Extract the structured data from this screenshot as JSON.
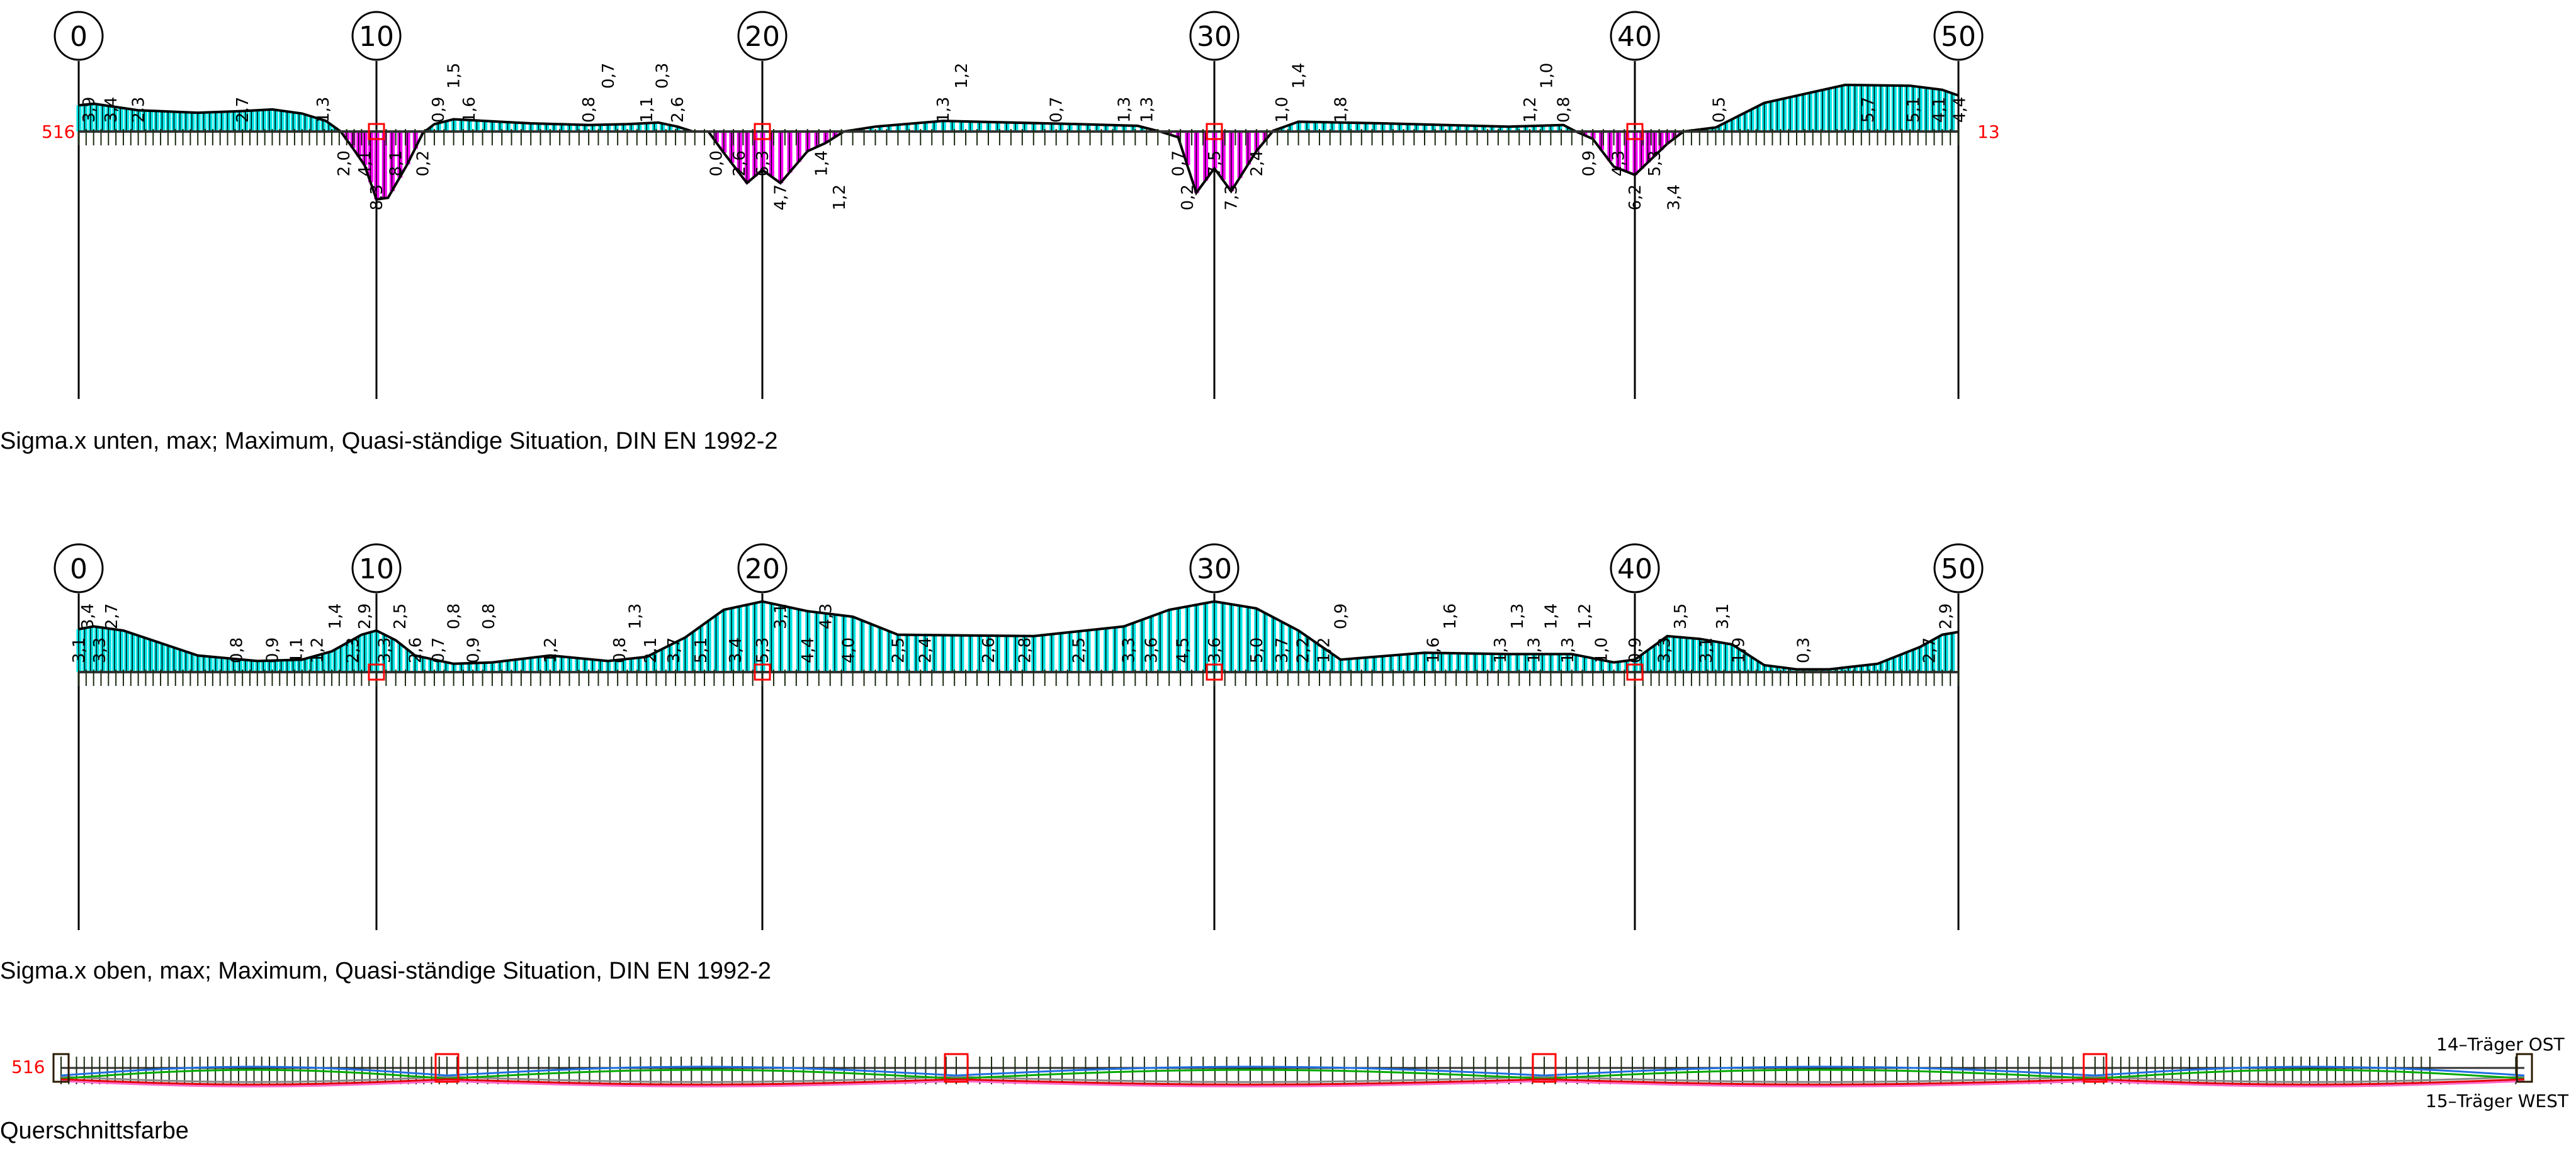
{
  "colors": {
    "positive": "#00e5e5",
    "negative": "#ff00ff",
    "marker": "#ff0000",
    "tick": "#1a2a10",
    "outline": "#000000"
  },
  "axis_labels": [
    "0",
    "10",
    "20",
    "30",
    "40",
    "50"
  ],
  "panels": [
    {
      "caption": "Sigma.x unten, max; Maximum, Quasi-ständige Situation, DIN EN 1992-2",
      "side_label": "516",
      "end_label": "13",
      "profile": [
        [
          0,
          3.2
        ],
        [
          0.5,
          3.4
        ],
        [
          2,
          2.6
        ],
        [
          4,
          2.3
        ],
        [
          5.5,
          2.5
        ],
        [
          6.5,
          2.7
        ],
        [
          7.5,
          2.2
        ],
        [
          8.3,
          1.3
        ],
        [
          8.8,
          0
        ],
        [
          9.2,
          -2.0
        ],
        [
          9.6,
          -4.1
        ],
        [
          10,
          -8.3
        ],
        [
          10.3,
          -8.1
        ],
        [
          10.8,
          -4.0
        ],
        [
          11.2,
          -0.2
        ],
        [
          11.5,
          0.9
        ],
        [
          12,
          1.5
        ],
        [
          14,
          1.0
        ],
        [
          15.5,
          0.8
        ],
        [
          16.5,
          0.9
        ],
        [
          17.3,
          1.1
        ],
        [
          17.8,
          0.6
        ],
        [
          18.2,
          0
        ],
        [
          18.6,
          0
        ],
        [
          19,
          -2.6
        ],
        [
          19.6,
          -6.3
        ],
        [
          20,
          -4.7
        ],
        [
          20.4,
          -6.3
        ],
        [
          21,
          -2.4
        ],
        [
          21.4,
          -1.4
        ],
        [
          21.8,
          0
        ],
        [
          22.5,
          0.6
        ],
        [
          24,
          1.3
        ],
        [
          27,
          0.9
        ],
        [
          28.3,
          0.7
        ],
        [
          28.8,
          0
        ],
        [
          29.2,
          -0.7
        ],
        [
          29.6,
          -7.5
        ],
        [
          30,
          -4.5
        ],
        [
          30.4,
          -7.3
        ],
        [
          31,
          -2.4
        ],
        [
          31.4,
          0.1
        ],
        [
          32,
          1.2
        ],
        [
          34,
          1.0
        ],
        [
          37,
          0.6
        ],
        [
          38.3,
          0.8
        ],
        [
          38.6,
          0
        ],
        [
          39,
          -0.9
        ],
        [
          39.5,
          -4.3
        ],
        [
          40,
          -5.3
        ],
        [
          40.5,
          -3.4
        ],
        [
          41,
          -1.5
        ],
        [
          41.5,
          0
        ],
        [
          42.5,
          0.5
        ],
        [
          44,
          3.5
        ],
        [
          46.5,
          5.7
        ],
        [
          48.5,
          5.6
        ],
        [
          49.5,
          5.1
        ],
        [
          50,
          4.4
        ]
      ],
      "value_labels": [
        [
          0,
          "3,9"
        ],
        [
          0.4,
          "3,4"
        ],
        [
          2,
          "2,3"
        ],
        [
          5.5,
          "2,7"
        ],
        [
          8.2,
          "1,3"
        ],
        [
          8.9,
          "2,0"
        ],
        [
          9.6,
          "4,1"
        ],
        [
          10,
          "8,3"
        ],
        [
          10.5,
          "8,1"
        ],
        [
          11.2,
          "0,2"
        ],
        [
          11.6,
          "0,9"
        ],
        [
          12,
          "1,5"
        ],
        [
          12.4,
          "1,6"
        ],
        [
          15.5,
          "0,8"
        ],
        [
          16,
          "0,7"
        ],
        [
          17,
          "1,1"
        ],
        [
          17.4,
          "0,3"
        ],
        [
          17.8,
          "2,6"
        ],
        [
          18.8,
          "0,0"
        ],
        [
          19.4,
          "2,6"
        ],
        [
          20,
          "6,3"
        ],
        [
          20.4,
          "4,7"
        ],
        [
          21.3,
          "1,4"
        ],
        [
          21.7,
          "1,2"
        ],
        [
          24,
          "1,3"
        ],
        [
          24.4,
          "1,2"
        ],
        [
          26.5,
          "0,7"
        ],
        [
          28,
          "1,3"
        ],
        [
          28.5,
          "1,3"
        ],
        [
          29.4,
          "0,2"
        ],
        [
          29.2,
          "0,7"
        ],
        [
          30,
          "7,5"
        ],
        [
          30.4,
          "7,3"
        ],
        [
          31,
          "2,4"
        ],
        [
          31.6,
          "1,0"
        ],
        [
          32,
          "1,4"
        ],
        [
          33,
          "1,8"
        ],
        [
          37.5,
          "1,2"
        ],
        [
          37.9,
          "1,0"
        ],
        [
          38.3,
          "0,8"
        ],
        [
          38.9,
          "0,9"
        ],
        [
          39.6,
          "4,3"
        ],
        [
          40,
          "6,2"
        ],
        [
          40.6,
          "5,3"
        ],
        [
          41.2,
          "3,4"
        ],
        [
          42.6,
          "0,5"
        ],
        [
          47.2,
          "5,7"
        ],
        [
          48.6,
          "5,1"
        ],
        [
          49.4,
          "4,1"
        ],
        [
          49.8,
          "4,4"
        ]
      ],
      "markers": [
        10,
        20,
        30,
        40
      ]
    },
    {
      "caption": "Sigma.x oben, max; Maximum, Quasi-ständige Situation, DIN EN 1992-2",
      "profile": [
        [
          0,
          3.1
        ],
        [
          0.5,
          3.3
        ],
        [
          1.5,
          3.0
        ],
        [
          4,
          1.2
        ],
        [
          6,
          0.8
        ],
        [
          7.5,
          0.9
        ],
        [
          8.5,
          1.5
        ],
        [
          9.5,
          2.7
        ],
        [
          10,
          3.0
        ],
        [
          10.5,
          2.3
        ],
        [
          11,
          1.2
        ],
        [
          12,
          0.6
        ],
        [
          13,
          0.7
        ],
        [
          14.5,
          1.2
        ],
        [
          16,
          0.8
        ],
        [
          17,
          1.1
        ],
        [
          18,
          2.5
        ],
        [
          19,
          4.5
        ],
        [
          20,
          5.1
        ],
        [
          21,
          4.4
        ],
        [
          22,
          4.0
        ],
        [
          23,
          2.7
        ],
        [
          26,
          2.6
        ],
        [
          28,
          3.3
        ],
        [
          29,
          4.5
        ],
        [
          30,
          5.1
        ],
        [
          31,
          4.6
        ],
        [
          32,
          3.0
        ],
        [
          33,
          0.9
        ],
        [
          35,
          1.4
        ],
        [
          37,
          1.3
        ],
        [
          38.5,
          1.3
        ],
        [
          39.5,
          0.7
        ],
        [
          40,
          0.9
        ],
        [
          41,
          2.6
        ],
        [
          42,
          2.4
        ],
        [
          43,
          2.0
        ],
        [
          44,
          0.5
        ],
        [
          45,
          0.2
        ],
        [
          46,
          0.2
        ],
        [
          47.5,
          0.6
        ],
        [
          48.8,
          1.8
        ],
        [
          49.5,
          2.7
        ],
        [
          50,
          2.9
        ]
      ],
      "value_labels": [
        [
          0,
          "3,1"
        ],
        [
          0.3,
          "3,4"
        ],
        [
          0.7,
          "3,3"
        ],
        [
          1.1,
          "2,7"
        ],
        [
          5.3,
          "0,8"
        ],
        [
          6.5,
          "0,9"
        ],
        [
          7.3,
          "1,1"
        ],
        [
          8,
          "1,2"
        ],
        [
          8.6,
          "1,4"
        ],
        [
          9.2,
          "2,3"
        ],
        [
          9.6,
          "2,9"
        ],
        [
          10.2,
          "3,3"
        ],
        [
          10.6,
          "2,5"
        ],
        [
          11,
          "2,6"
        ],
        [
          11.6,
          "0,7"
        ],
        [
          12,
          "0,8"
        ],
        [
          12.5,
          "0,9"
        ],
        [
          12.9,
          "0,8"
        ],
        [
          14.5,
          "1,2"
        ],
        [
          16.3,
          "0,8"
        ],
        [
          16.7,
          "1,3"
        ],
        [
          17.1,
          "2,1"
        ],
        [
          17.7,
          "3,7"
        ],
        [
          18.4,
          "5,1"
        ],
        [
          19.3,
          "3,4"
        ],
        [
          20,
          "5,3"
        ],
        [
          20.4,
          "3,1"
        ],
        [
          21,
          "4,4"
        ],
        [
          21.4,
          "4,3"
        ],
        [
          21.9,
          "4,0"
        ],
        [
          23,
          "2,5"
        ],
        [
          23.6,
          "2,4"
        ],
        [
          25,
          "2,6"
        ],
        [
          25.8,
          "2,8"
        ],
        [
          27,
          "2,5"
        ],
        [
          28.1,
          "3,3"
        ],
        [
          28.6,
          "3,6"
        ],
        [
          29.3,
          "4,5"
        ],
        [
          30,
          "3,6"
        ],
        [
          31,
          "5,0"
        ],
        [
          31.6,
          "3,7"
        ],
        [
          32.1,
          "2,2"
        ],
        [
          32.6,
          "1,2"
        ],
        [
          33,
          "0,9"
        ],
        [
          35.2,
          "1,6"
        ],
        [
          35.6,
          "1,6"
        ],
        [
          36.8,
          "1,3"
        ],
        [
          37.2,
          "1,3"
        ],
        [
          37.6,
          "1,3"
        ],
        [
          38,
          "1,4"
        ],
        [
          38.4,
          "1,3"
        ],
        [
          38.8,
          "1,2"
        ],
        [
          39.2,
          "1,0"
        ],
        [
          40,
          "0,9"
        ],
        [
          40.9,
          "3,3"
        ],
        [
          41.4,
          "3,5"
        ],
        [
          42.2,
          "3,1"
        ],
        [
          42.7,
          "3,1"
        ],
        [
          43.2,
          "1,9"
        ],
        [
          45.2,
          "0,3"
        ],
        [
          49.1,
          "2,7"
        ],
        [
          49.6,
          "2,9"
        ]
      ],
      "markers": [
        10,
        20,
        30,
        40
      ]
    },
    {
      "caption": "Querschnittsfarbe",
      "side_label": "516",
      "label_ost": "14–Träger OST",
      "label_west": "15–Träger WEST"
    }
  ]
}
